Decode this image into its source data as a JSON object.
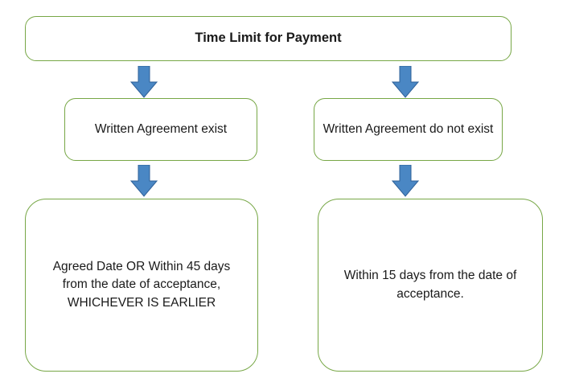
{
  "diagram": {
    "type": "flowchart",
    "accent_border": "#77a746",
    "arrow_fill": "#4a87c4",
    "arrow_stroke": "#2f6199",
    "nodes": [
      {
        "id": "title",
        "label": "Time Limit for Payment"
      },
      {
        "id": "written-agreement-exist",
        "label": "Written Agreement exist"
      },
      {
        "id": "written-agreement-not-exist",
        "label": "Written Agreement do not exist"
      },
      {
        "id": "agreed-date",
        "label": "Agreed Date OR Within 45 days from the date of acceptance, WHICHEVER IS EARLIER"
      },
      {
        "id": "within-15-days",
        "label": "Within 15 days from the date of acceptance."
      }
    ],
    "arrows": [
      {
        "id": "title-to-left",
        "direction": "down"
      },
      {
        "id": "title-to-right",
        "direction": "down"
      },
      {
        "id": "left-to-outcome",
        "direction": "down"
      },
      {
        "id": "right-to-outcome",
        "direction": "down"
      }
    ]
  }
}
